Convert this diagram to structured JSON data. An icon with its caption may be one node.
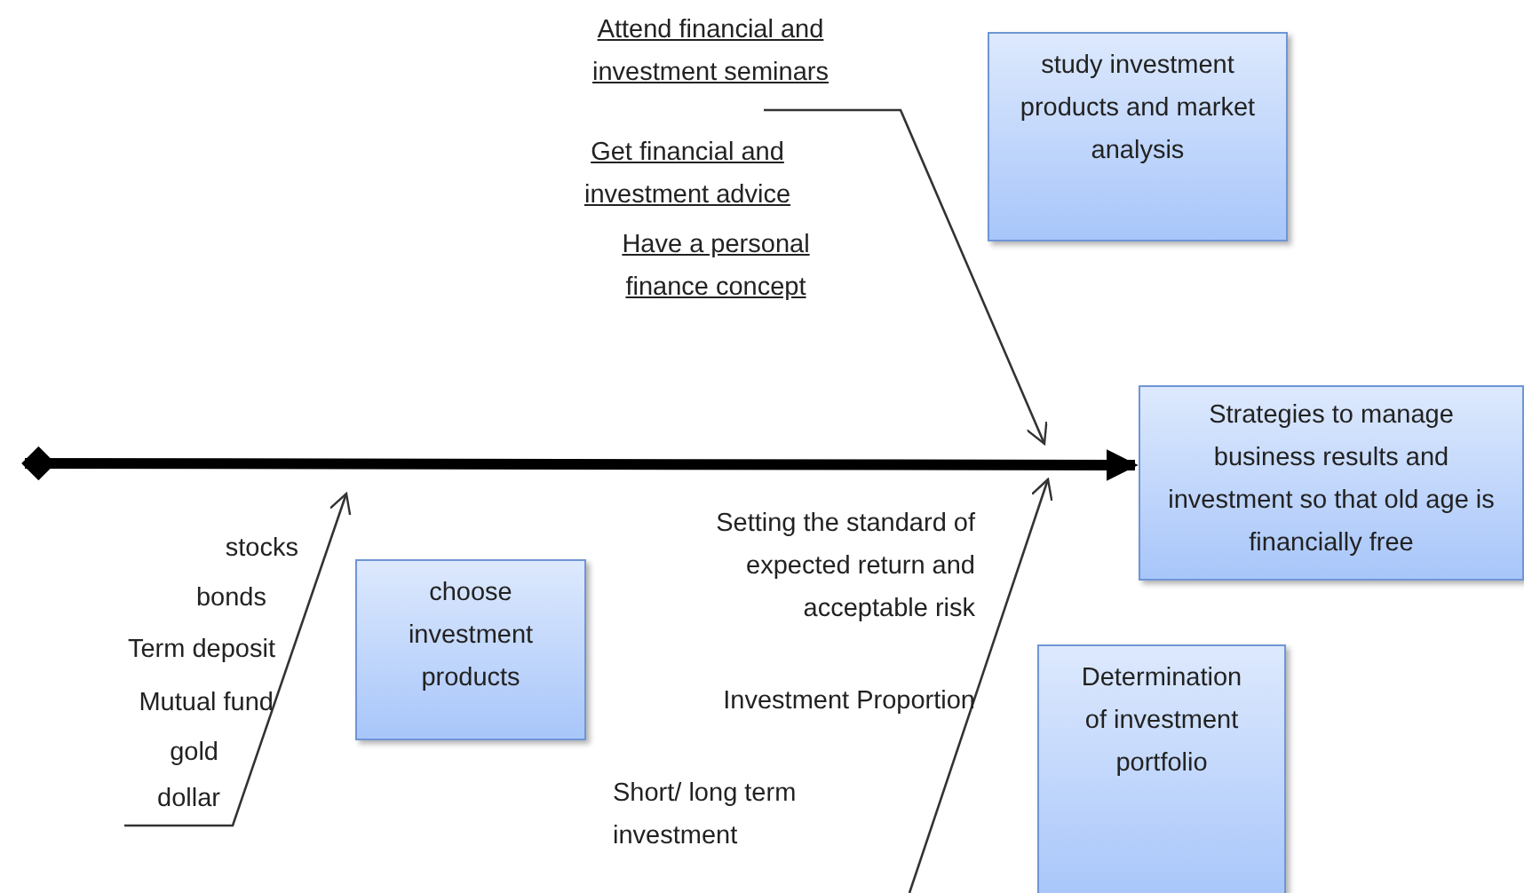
{
  "diagram": {
    "nodes": [
      {
        "text": [
          "study investment products and market analysis"
        ]
      },
      {
        "text": [
          "Strategies to manage business results and investment so that old age is financially free"
        ]
      },
      {
        "text": [
          "choose investment products"
        ]
      },
      {
        "text": [
          "Determination of investment portfolio"
        ]
      }
    ],
    "edges": [
      {
        "from": null,
        "to": 1,
        "arrow": "to"
      }
    ],
    "labels": [
      "Attend financial and investment seminars",
      "Get financial and investment advice",
      "Have a personal finance concept",
      "stocks",
      "bonds",
      "Term deposit",
      "Mutual fund",
      "gold",
      "dollar",
      "Setting the standard of expected return and acceptable risk",
      "Investment Proportion",
      "Short/ long term investment"
    ]
  }
}
